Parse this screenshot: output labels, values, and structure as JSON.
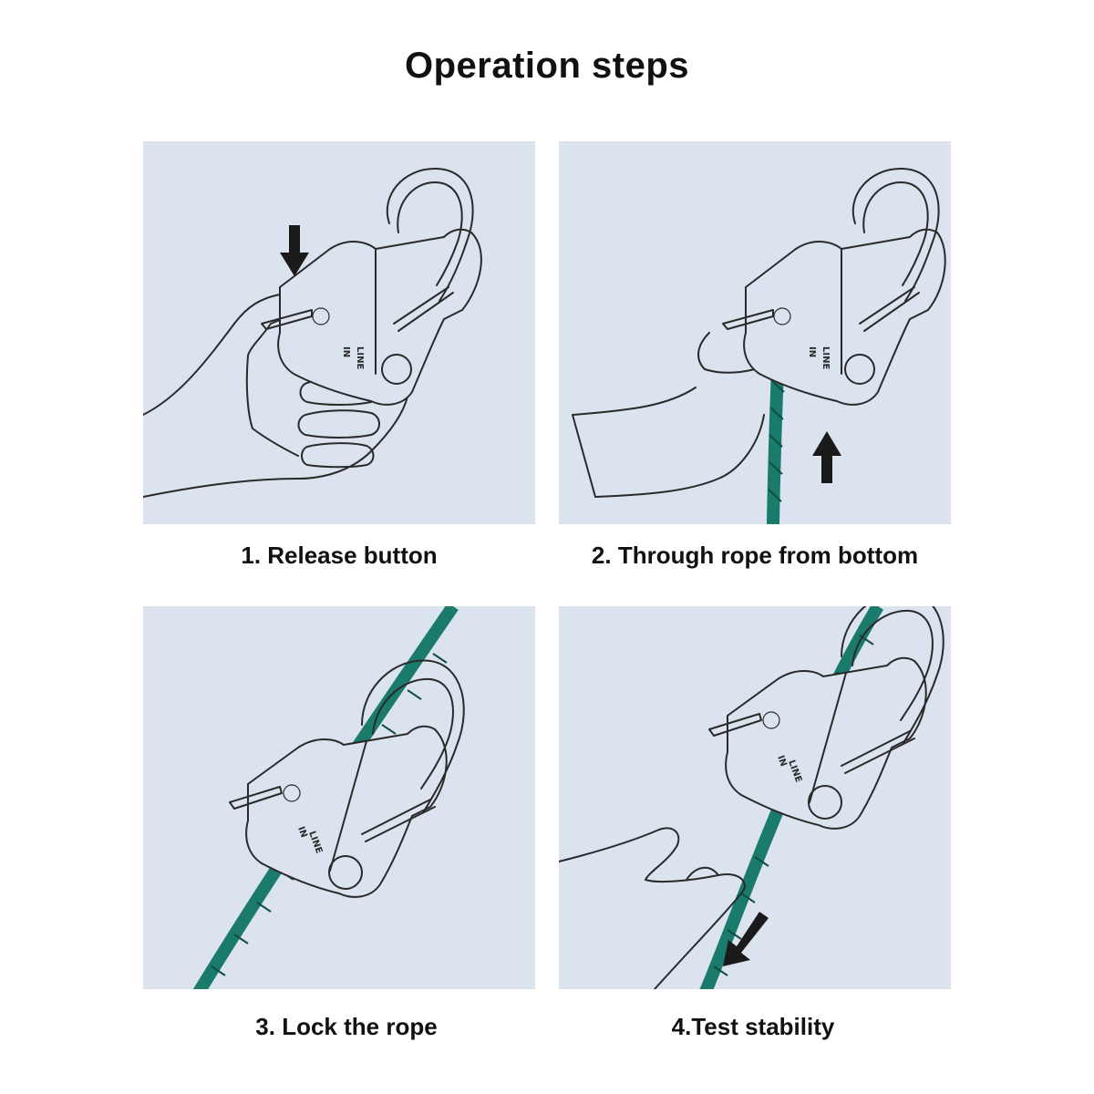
{
  "title": "Operation steps",
  "steps": [
    {
      "caption": "1. Release button",
      "device_label_line1": "LINE",
      "device_label_line2": "IN"
    },
    {
      "caption": "2. Through rope from bottom",
      "device_label_line1": "LINE",
      "device_label_line2": "IN"
    },
    {
      "caption": "3. Lock the rope",
      "device_label_line1": "LINE",
      "device_label_line2": "IN"
    },
    {
      "caption": "4.Test stability",
      "device_label_line1": "LINE",
      "device_label_line2": "IN"
    }
  ],
  "colors": {
    "panel_bg": "#dbe3ee",
    "rope": "#1a7a6c",
    "outline": "#2a2a2a",
    "arrow": "#1a1a1a"
  }
}
